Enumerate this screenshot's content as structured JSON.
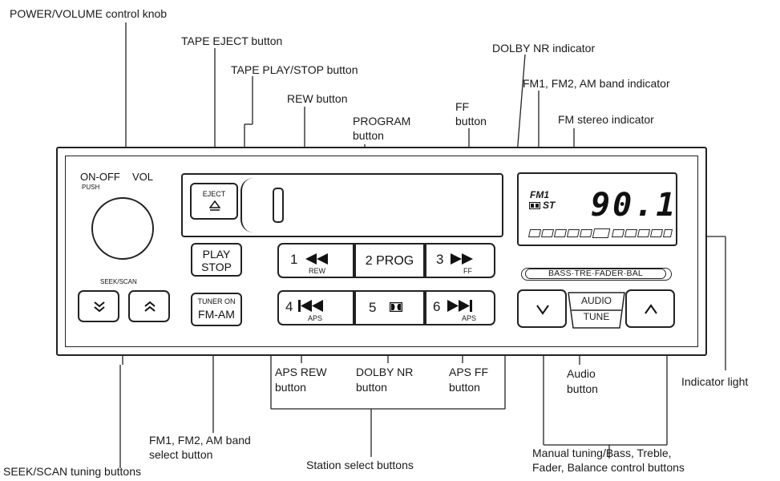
{
  "callouts": {
    "power_volume_knob": "POWER/VOLUME control knob",
    "tape_eject": "TAPE EJECT button",
    "tape_play_stop": "TAPE PLAY/STOP button",
    "rew": "REW button",
    "program_l1": "PROGRAM",
    "program_l2": "button",
    "ff_l1": "FF",
    "ff_l2": "button",
    "dolby_nr_indicator": "DOLBY NR indicator",
    "band_indicator": "FM1, FM2, AM band indicator",
    "fm_stereo_indicator": "FM stereo indicator",
    "indicator_light": "Indicator light",
    "aps_rew_l1": "APS REW",
    "aps_rew_l2": "button",
    "dolby_nr_l1": "DOLBY NR",
    "dolby_nr_l2": "button",
    "aps_ff_l1": "APS FF",
    "aps_ff_l2": "button",
    "audio_l1": "Audio",
    "audio_l2": "button",
    "band_select_l1": "FM1, FM2, AM band",
    "band_select_l2": "select button",
    "station_select": "Station select buttons",
    "manual_tuning_l1": "Manual tuning/Bass, Treble,",
    "manual_tuning_l2": "Fader, Balance control buttons",
    "seek_scan_tuning": "SEEK/SCAN tuning buttons"
  },
  "panel": {
    "on_off": "ON-OFF",
    "vol": "VOL",
    "push": "PUSH",
    "seek_scan": "SEEK/SCAN",
    "eject": "EJECT",
    "play": "PLAY",
    "stop": "STOP",
    "tuner_on": "TUNER ON",
    "fm_am": "FM-AM",
    "btn1_num": "1",
    "btn1_sub": "REW",
    "btn2": "2 PROG",
    "btn3_num": "3",
    "btn3_sub": "FF",
    "btn4_num": "4",
    "btn4_sub": "APS",
    "btn5_num": "5",
    "btn6_num": "6",
    "btn6_sub": "APS",
    "bass_tre": "BASS·TRE·FADER·BAL",
    "audio": "AUDIO",
    "tune": "TUNE",
    "band": "FM1",
    "st": "ST",
    "frequency": "90.1"
  },
  "icons": {
    "seek_down": "double-chevron-down-icon",
    "seek_up": "double-chevron-up-icon",
    "eject": "eject-icon",
    "rewind": "rewind-icon",
    "fast_forward": "fast-forward-icon",
    "skip_back": "skip-back-icon",
    "dolby": "dolby-icon",
    "skip_forward": "skip-forward-icon",
    "tune_down": "chevron-down-icon",
    "tune_up": "chevron-up-icon"
  }
}
